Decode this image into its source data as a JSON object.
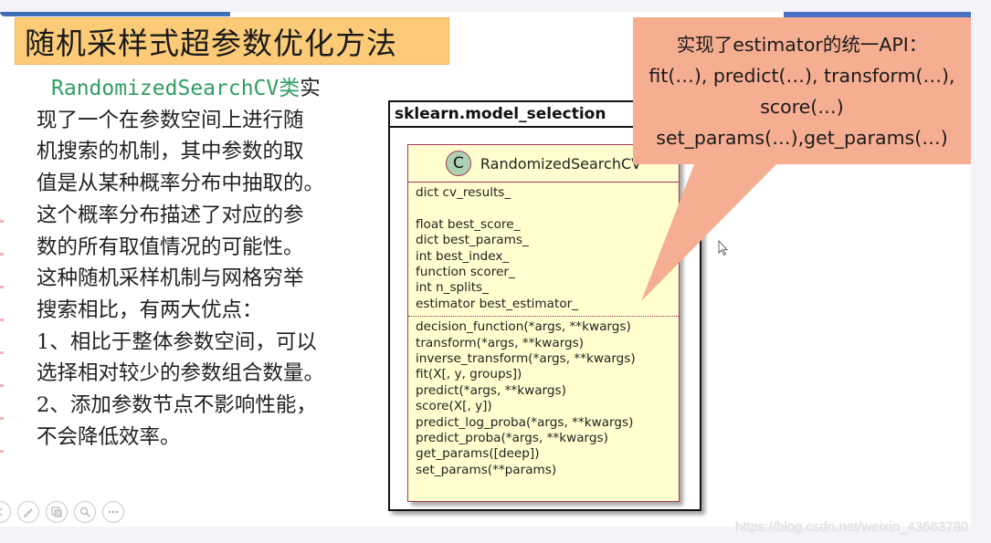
{
  "slide": {
    "title": "随机采样式超参数优化方法",
    "body": {
      "class_name": "RandomizedSearchCV类",
      "lines": [
        "实",
        "现了一个在参数空间上进行随",
        "机搜索的机制，其中参数的取",
        "值是从某种概率分布中抽取的。",
        "这个概率分布描述了对应的参",
        "数的所有取值情况的可能性。",
        "这种随机采样机制与网格穷举",
        "搜索相比，有两大优点：",
        "1、相比于整体参数空间，可以",
        "选择相对较少的参数组合数量。",
        "2、添加参数节点不影响性能，",
        "不会降低效率。"
      ]
    },
    "uml": {
      "package": "sklearn.model_selection",
      "class_icon": "C",
      "class_name": "RandomizedSearchCV",
      "attributes": [
        "dict cv_results_",
        "",
        "float best_score_",
        "dict best_params_",
        "int best_index_",
        "function scorer_",
        "int n_splits_",
        "estimator best_estimator_"
      ],
      "methods": [
        "decision_function(*args, **kwargs)",
        "transform(*args, **kwargs)",
        "inverse_transform(*args, **kwargs)",
        "fit(X[, y, groups])",
        "predict(*args, **kwargs)",
        "score(X[, y])",
        "predict_log_proba(*args, **kwargs)",
        "predict_proba(*args, **kwargs)",
        "get_params([deep])",
        "set_params(**params)"
      ]
    },
    "callout": {
      "lines": [
        "实现了estimator的统一API：",
        "fit(…), predict(…), transform(…),",
        "score(…)",
        "set_params(…),get_params(…)"
      ],
      "color": "#f6ae92"
    },
    "colors": {
      "title_bg": "#fbcb77",
      "class_name_text": "#2f9e62",
      "uml_class_bg": "#fefece",
      "uml_border": "#a8325a",
      "uml_icon_bg": "#add1b2",
      "accent_bar": "#4a72c4"
    }
  },
  "toolbar": {
    "buttons": [
      {
        "icon": "previous-icon"
      },
      {
        "icon": "pen-icon"
      },
      {
        "icon": "slides-icon"
      },
      {
        "icon": "zoom-icon"
      },
      {
        "icon": "more-icon"
      }
    ]
  },
  "watermark": "https://blog.csdn.net/weixin_43663780"
}
